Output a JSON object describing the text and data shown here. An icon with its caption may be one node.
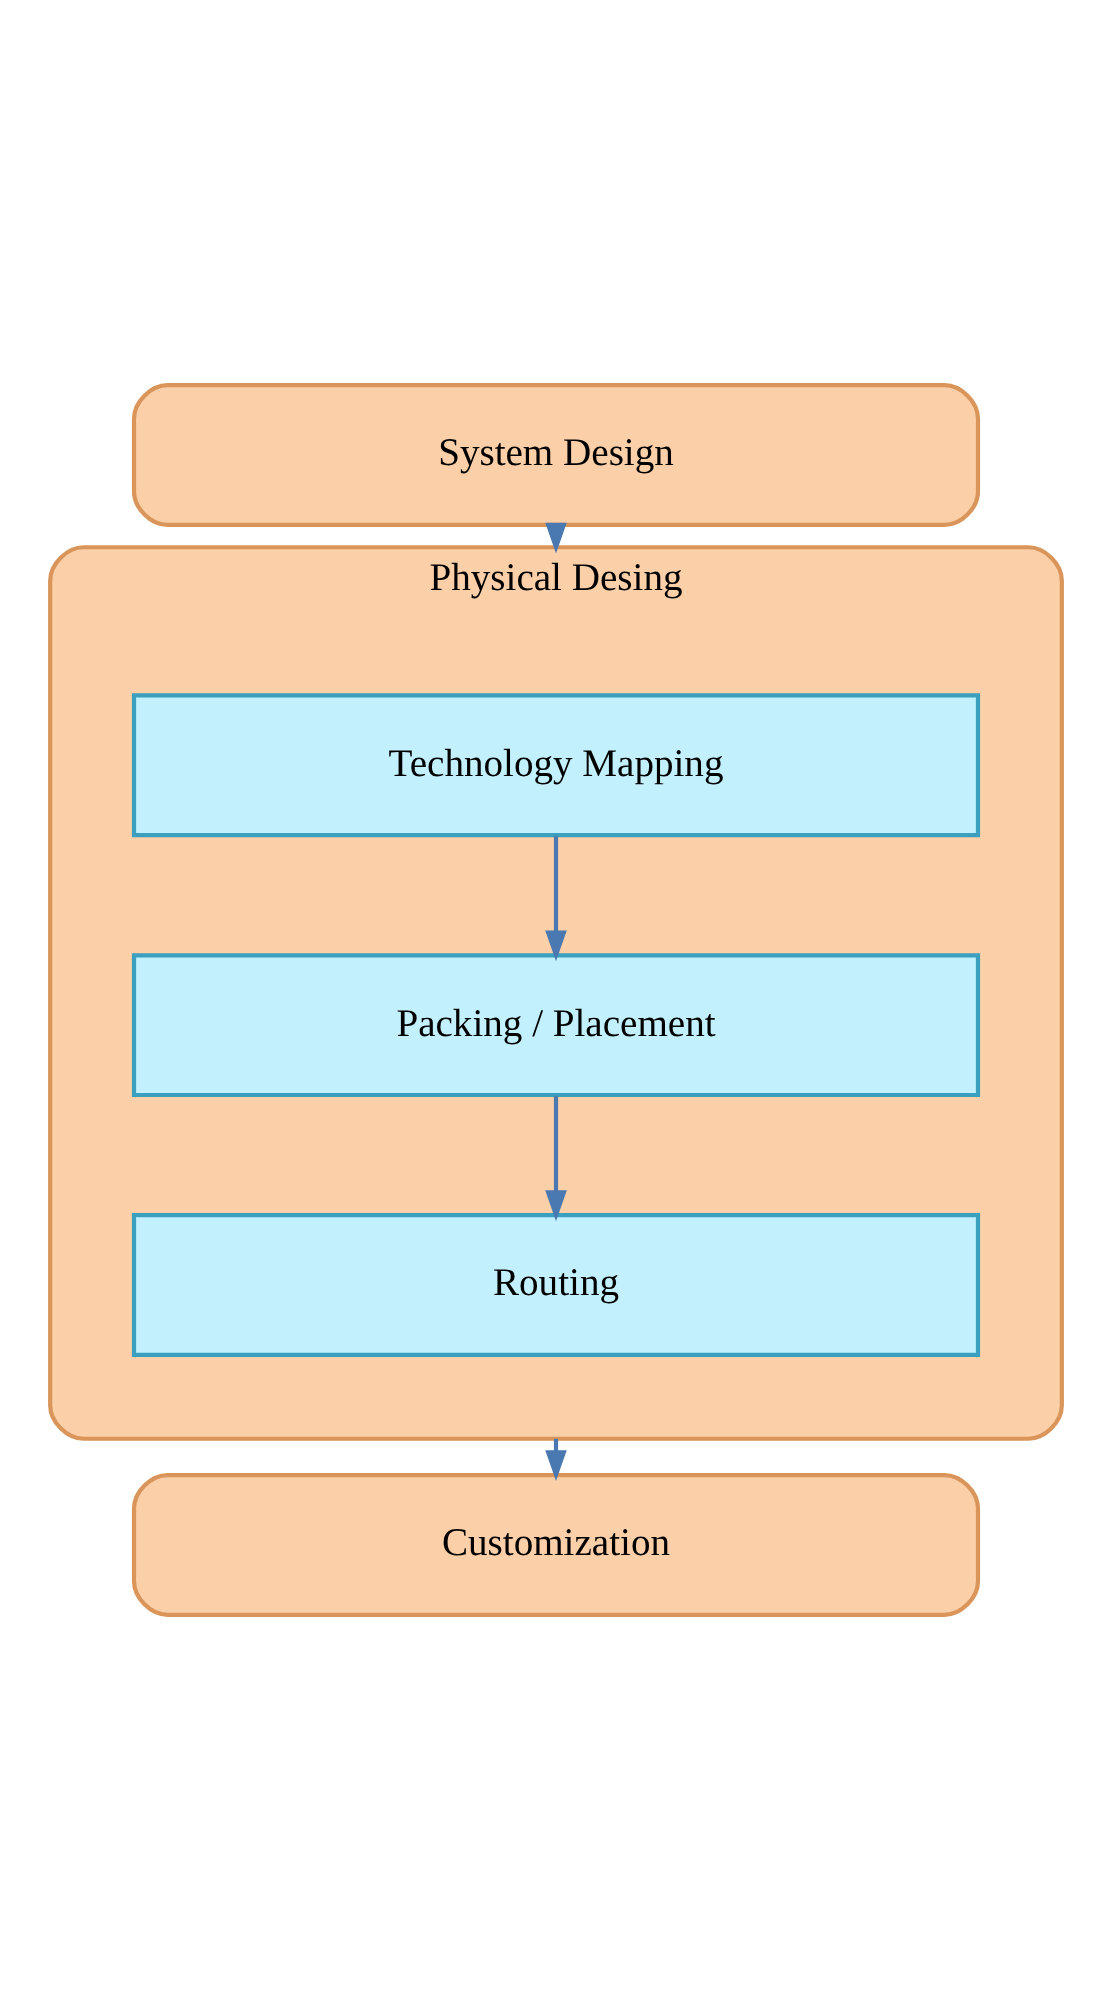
{
  "diagram": {
    "nodes": [
      {
        "text": [
          "System Design"
        ]
      },
      {
        "text": [
          "Physical Desing"
        ]
      },
      {
        "text": [
          "Technology Mapping"
        ],
        "in": 1
      },
      {
        "text": [
          "Packing / Placement"
        ],
        "in": 1
      },
      {
        "text": [
          "Routing"
        ],
        "in": 1
      },
      {
        "text": [
          "Customization"
        ]
      }
    ],
    "edges": [
      {
        "from": 0,
        "to": 1,
        "arrow": "to"
      },
      {
        "from": 2,
        "to": 3,
        "arrow": "to"
      },
      {
        "from": 3,
        "to": 4,
        "arrow": "to"
      },
      {
        "from": 1,
        "to": 5,
        "arrow": "to"
      }
    ]
  }
}
